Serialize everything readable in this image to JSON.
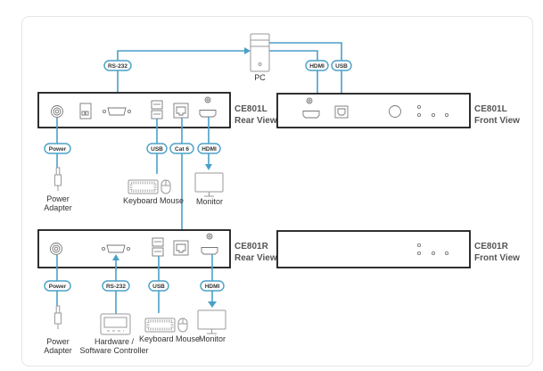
{
  "colors": {
    "cable": "#4aa0c8",
    "device_outline": "#1a1a1a",
    "peripheral": "#999999"
  },
  "pc": {
    "label": "PC"
  },
  "ce801l_rear": {
    "name": "CE801L",
    "view": "Rear View"
  },
  "ce801l_front": {
    "name": "CE801L",
    "view": "Front View"
  },
  "ce801r_rear": {
    "name": "CE801R",
    "view": "Rear View"
  },
  "ce801r_front": {
    "name": "CE801R",
    "view": "Front View"
  },
  "cables": {
    "rs232_top": "RS-232",
    "hdmi_pc": "HDMI",
    "usb_pc": "USB",
    "power_l": "Power",
    "usb_l": "USB",
    "cat6": "Cat 6",
    "hdmi_l": "HDMI",
    "power_r": "Power",
    "rs232_r": "RS-232",
    "usb_r": "USB",
    "hdmi_r": "HDMI"
  },
  "devices_l": {
    "power_adapter_1": "Power",
    "power_adapter_2": "Adapter",
    "keyboard_mouse": "Keyboard Mouse",
    "monitor": "Monitor"
  },
  "devices_r": {
    "power_adapter_1": "Power",
    "power_adapter_2": "Adapter",
    "controller_1": "Hardware /",
    "controller_2": "Software Controller",
    "keyboard_mouse": "Keyboard Mouse",
    "monitor": "Monitor"
  }
}
